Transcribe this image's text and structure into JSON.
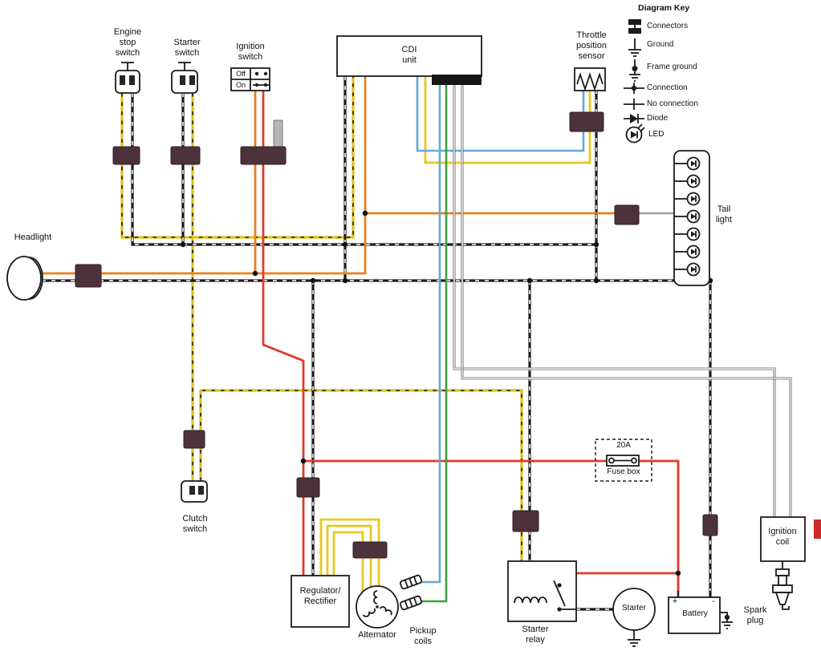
{
  "diagram_key": {
    "title": "Diagram Key",
    "items": [
      {
        "name": "connectors",
        "label": "Connectors"
      },
      {
        "name": "ground",
        "label": "Ground"
      },
      {
        "name": "frame-ground",
        "label": "Frame ground"
      },
      {
        "name": "connection",
        "label": "Connection"
      },
      {
        "name": "no-connection",
        "label": "No connection"
      },
      {
        "name": "diode",
        "label": "Diode"
      },
      {
        "name": "led",
        "label": "LED"
      }
    ]
  },
  "components": {
    "engine_stop_switch": {
      "label": "Engine\nstop\nswitch"
    },
    "starter_switch": {
      "label": "Starter\nswitch"
    },
    "ignition_switch": {
      "label": "Ignition\nswitch",
      "off": "Off",
      "on": "On"
    },
    "cdi_unit": {
      "label": "CDI\nunit"
    },
    "throttle_position_sensor": {
      "label": "Throttle\nposition\nsensor"
    },
    "tail_light": {
      "label": "Tail\nlight"
    },
    "headlight": {
      "label": "Headlight"
    },
    "clutch_switch": {
      "label": "Clutch\nswitch"
    },
    "regulator_rectifier": {
      "label": "Regulator/\nRectifier"
    },
    "alternator": {
      "label": "Alternator"
    },
    "pickup_coils": {
      "label": "Pickup\ncoils"
    },
    "starter_relay": {
      "label": "Starter\nrelay"
    },
    "starter": {
      "label": "Starter"
    },
    "battery": {
      "label": "Battery",
      "positive": "+",
      "negative": "-"
    },
    "fuse_box": {
      "label": "Fuse box",
      "rating": "20A"
    },
    "ignition_coil": {
      "label": "Ignition\ncoil"
    },
    "spark_plug": {
      "label": "Spark\nplug"
    }
  },
  "wire_colors": {
    "black": "#1b1b1b",
    "black_white_stripe": "#ffffff",
    "yellow": "#e8c81e",
    "yellow_black_stripe": "#dfc118",
    "orange": "#e97f1f",
    "red": "#e23a2a",
    "blue": "#64a8d8",
    "green": "#3d9e45",
    "gray": "#a3a3a3",
    "white_wire": "#ffffff",
    "connector_block": "#4c323a",
    "background": "#ffffff"
  }
}
